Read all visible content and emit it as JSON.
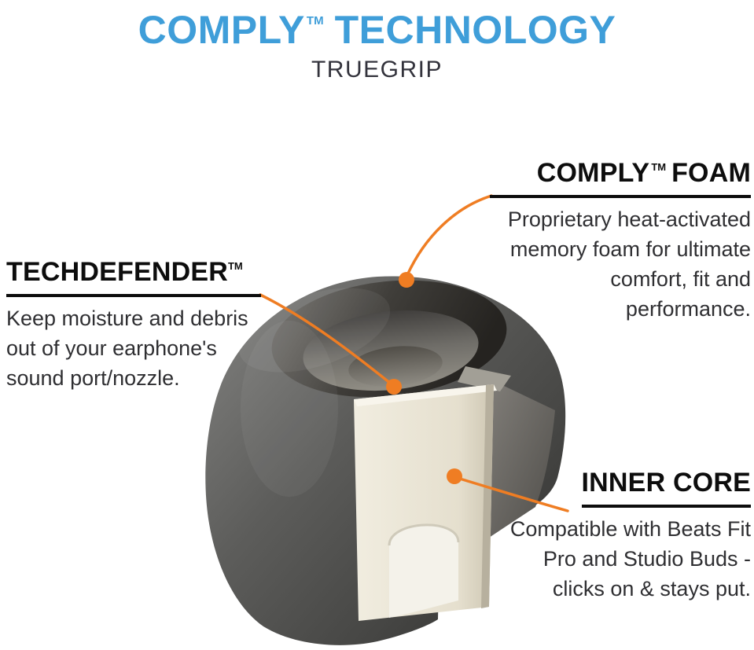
{
  "theme": {
    "accent_blue": "#3f9ed9",
    "accent_orange": "#ef7d23",
    "heading_black": "#0d0d0d",
    "body_text": "#2f2f32",
    "background": "#ffffff"
  },
  "header": {
    "brand": "COMPLY",
    "brand_tm": "TM",
    "title_rest": "TECHNOLOGY",
    "subtitle": "TRUEGRIP"
  },
  "callouts": {
    "comply_foam": {
      "heading": "COMPLY",
      "heading_tm": "TM",
      "heading_rest": "FOAM",
      "body_lines": [
        "Proprietary heat-activated",
        "memory foam for ultimate",
        "comfort, fit and",
        "performance."
      ]
    },
    "techdefender": {
      "heading": "TECHDEFENDER",
      "heading_tm": "TM",
      "body_lines": [
        "Keep moisture and debris",
        "out of your earphone's",
        "sound port/nozzle."
      ]
    },
    "inner_core": {
      "heading": "INNER CORE",
      "body_lines": [
        "Compatible with Beats Fit",
        "Pro and Studio Buds -",
        "clicks on & stays put."
      ]
    }
  },
  "illustration": {
    "alt": "Cutaway view of a memory foam ear tip showing the foam body, sound port and cream inner core"
  }
}
